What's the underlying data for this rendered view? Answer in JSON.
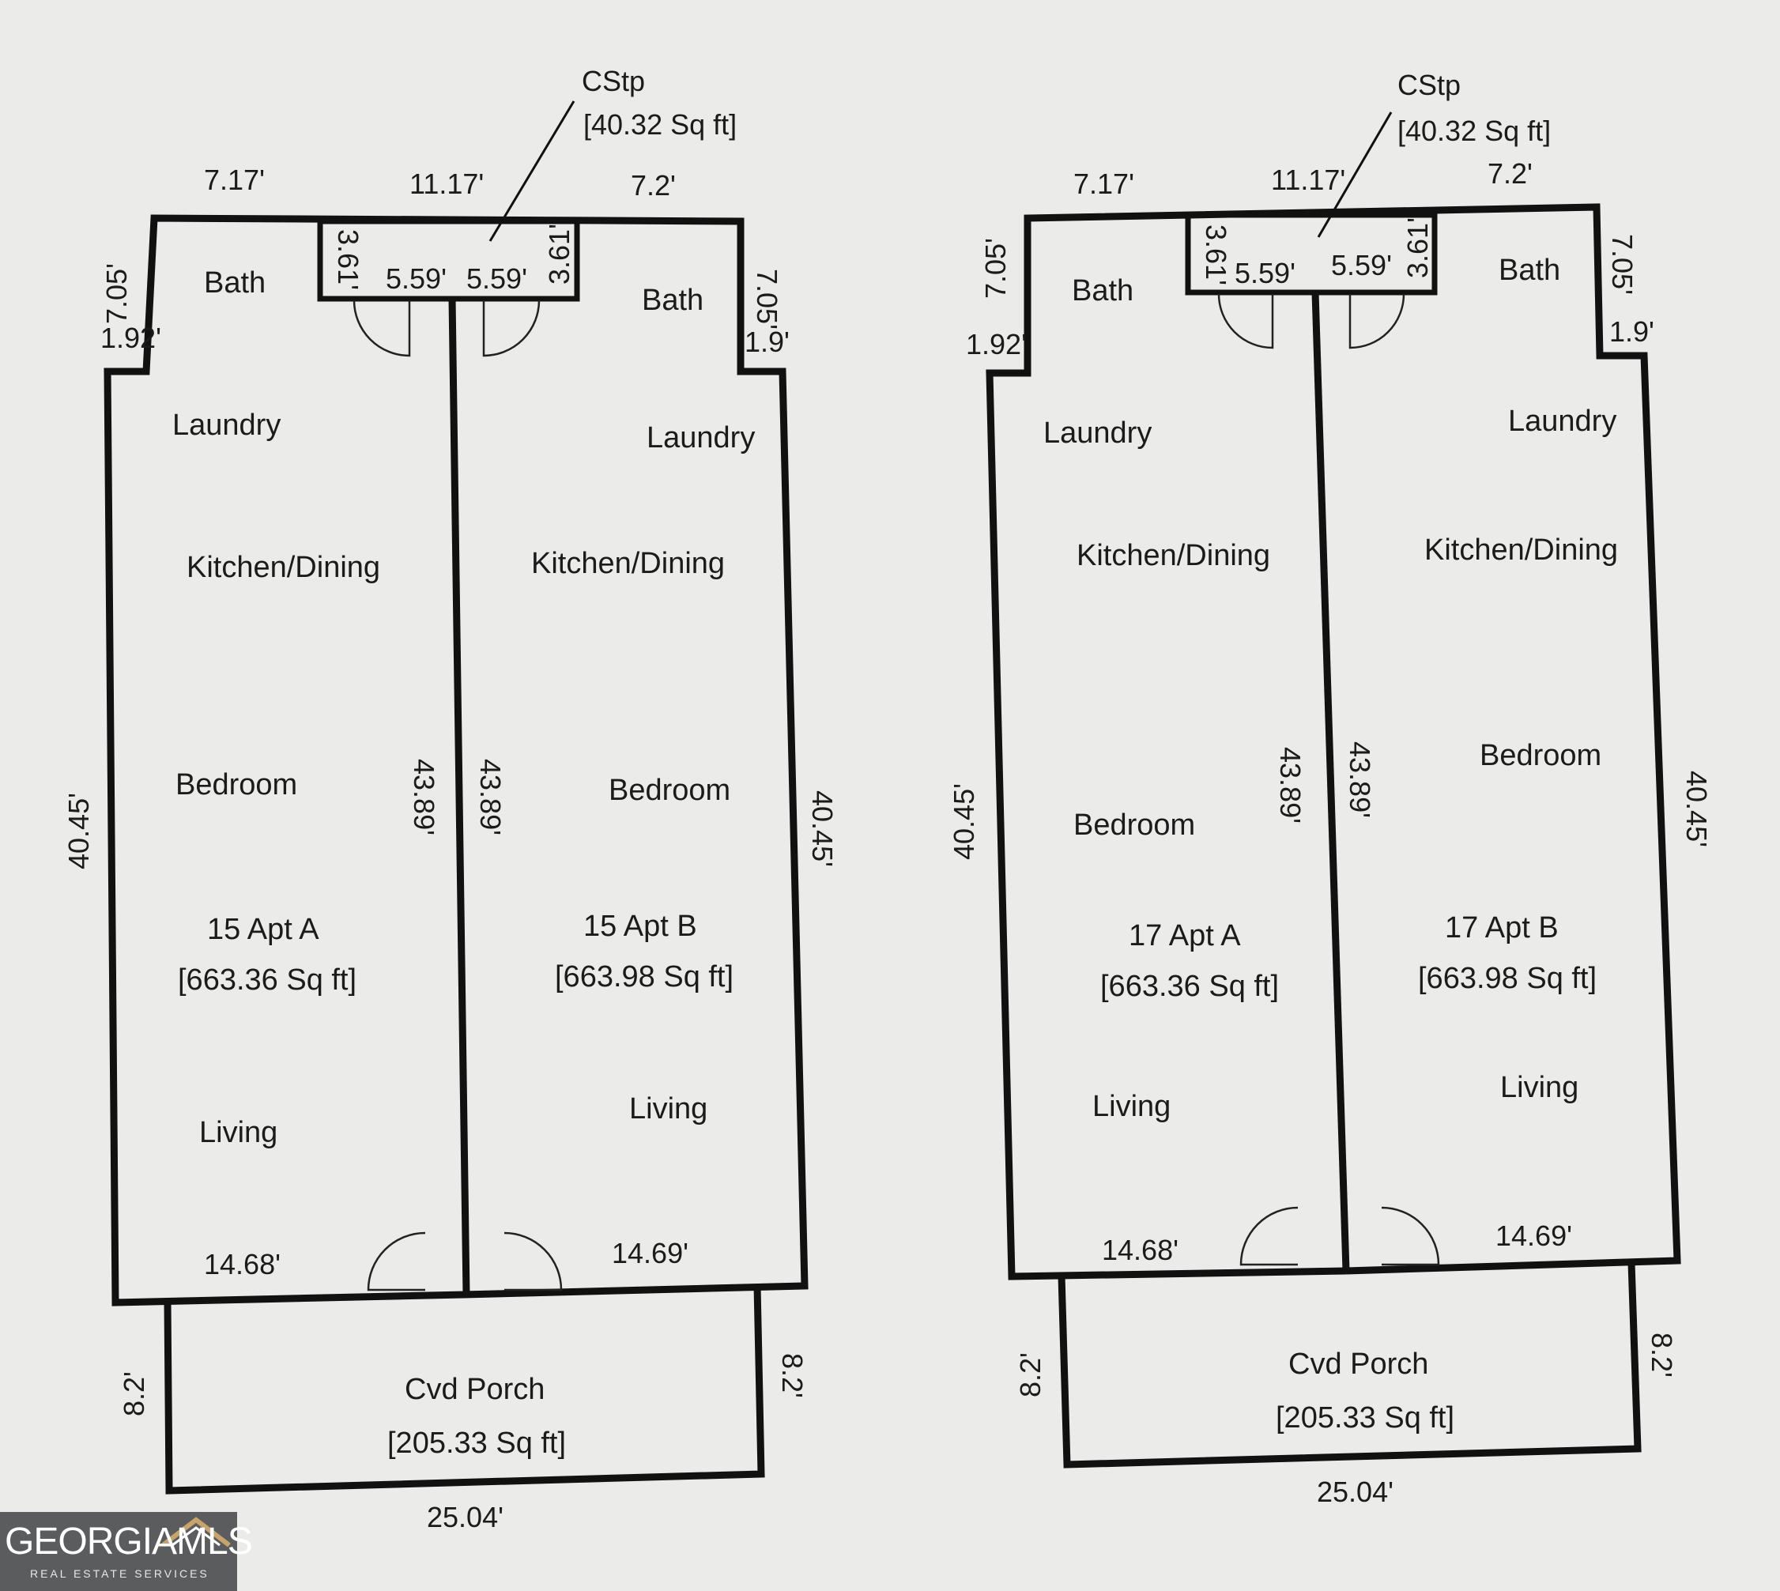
{
  "buildings": [
    {
      "labels": {
        "cstp_title": "CStp",
        "cstp_area": "[40.32 Sq ft]",
        "top_dim_left": "7.17'",
        "top_dim_mid": "11.17'",
        "top_dim_right": "7.2'",
        "left_bath_dim": "7.05'",
        "left_step_dim": "1.92'",
        "right_bath_dim": "7.05'",
        "right_step_dim": "1.9'",
        "cstp_side_left": "3.61'",
        "cstp_side_right": "3.61'",
        "cstp_width_left": "5.59'",
        "cstp_width_right": "5.59'",
        "outer_left_dim": "40.45'",
        "outer_right_dim": "40.45'",
        "center_left_dim": "43.89'",
        "center_right_dim": "43.89'",
        "bottom_left_dim": "14.68'",
        "bottom_right_dim": "14.69'",
        "porch_title": "Cvd Porch",
        "porch_area": "[205.33 Sq ft]",
        "porch_left_dim": "8.2'",
        "porch_right_dim": "8.2'",
        "porch_width": "25.04'"
      },
      "apt_a": {
        "bath": "Bath",
        "laundry": "Laundry",
        "kitchen": "Kitchen/Dining",
        "bedroom": "Bedroom",
        "name": "15 Apt A",
        "area": "[663.36 Sq ft]",
        "living": "Living"
      },
      "apt_b": {
        "bath": "Bath",
        "laundry": "Laundry",
        "kitchen": "Kitchen/Dining",
        "bedroom": "Bedroom",
        "name": "15 Apt B",
        "area": "[663.98 Sq ft]",
        "living": "Living"
      }
    },
    {
      "labels": {
        "cstp_title": "CStp",
        "cstp_area": "[40.32 Sq ft]",
        "top_dim_left": "7.17'",
        "top_dim_mid": "11.17'",
        "top_dim_right": "7.2'",
        "left_bath_dim": "7.05'",
        "left_step_dim": "1.92'",
        "right_bath_dim": "7.05'",
        "right_step_dim": "1.9'",
        "cstp_side_left": "3.61'",
        "cstp_side_right": "3.61'",
        "cstp_width_left": "5.59'",
        "cstp_width_right": "5.59'",
        "outer_left_dim": "40.45'",
        "outer_right_dim": "40.45'",
        "center_left_dim": "43.89'",
        "center_right_dim": "43.89'",
        "bottom_left_dim": "14.68'",
        "bottom_right_dim": "14.69'",
        "porch_title": "Cvd Porch",
        "porch_area": "[205.33 Sq ft]",
        "porch_left_dim": "8.2'",
        "porch_right_dim": "8.2'",
        "porch_width": "25.04'"
      },
      "apt_a": {
        "bath": "Bath",
        "laundry": "Laundry",
        "kitchen": "Kitchen/Dining",
        "bedroom": "Bedroom",
        "name": "17 Apt A",
        "area": "[663.36 Sq ft]",
        "living": "Living"
      },
      "apt_b": {
        "bath": "Bath",
        "laundry": "Laundry",
        "kitchen": "Kitchen/Dining",
        "bedroom": "Bedroom",
        "name": "17 Apt B",
        "area": "[663.98 Sq ft]",
        "living": "Living"
      }
    }
  ],
  "logo": {
    "wordmark": "GEORGIAMLS",
    "tagline": "REAL ESTATE SERVICES"
  }
}
